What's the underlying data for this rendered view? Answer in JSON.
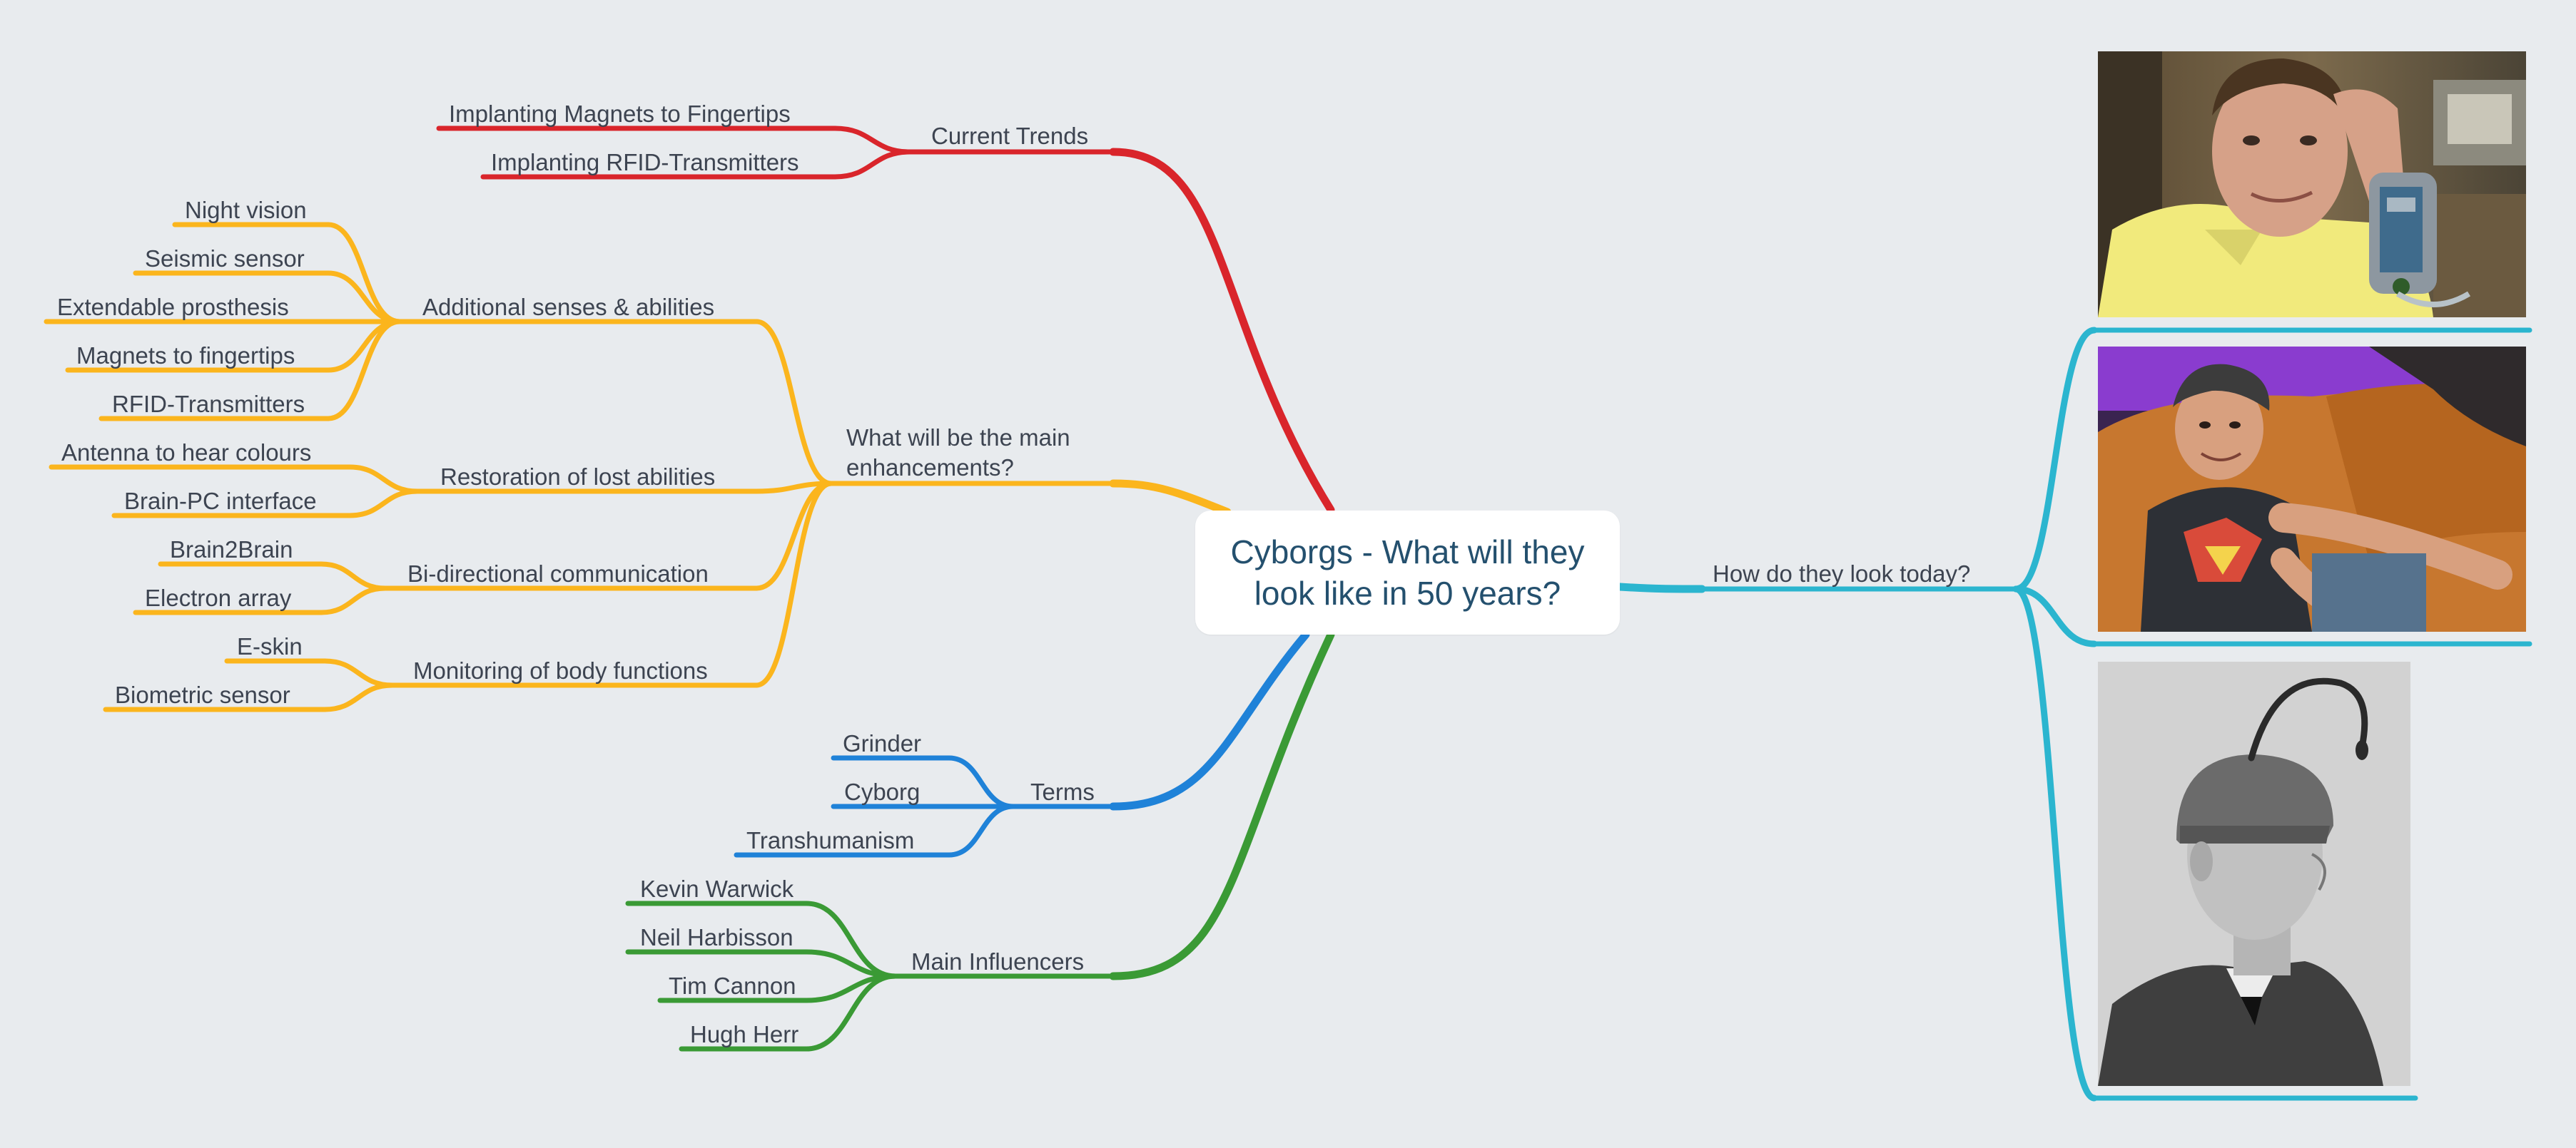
{
  "central": {
    "title": "Cyborgs - What will they look like in 50 years?"
  },
  "colors": {
    "background": "#e8ebee",
    "red": "#d9252b",
    "orange": "#fbb51d",
    "blue": "#1f82d8",
    "green": "#3a9a35",
    "cyan": "#2bb5cf",
    "central_text": "#24506e",
    "label_text": "#3d4451"
  },
  "branches": {
    "current_trends": {
      "label": "Current Trends",
      "items": [
        "Implanting Magnets to Fingertips",
        "Implanting RFID-Transmitters"
      ]
    },
    "enhancements": {
      "label": "What will be the main enhancements?",
      "additional": {
        "label": "Additional senses & abilities",
        "items": [
          "Night vision",
          "Seismic sensor",
          "Extendable prosthesis",
          "Magnets to fingertips",
          "RFID-Transmitters"
        ]
      },
      "restoration": {
        "label": "Restoration of lost abilities",
        "items": [
          "Antenna to hear colours",
          "Brain-PC interface"
        ]
      },
      "bidirectional": {
        "label": "Bi-directional communication",
        "items": [
          "Brain2Brain",
          "Electron array"
        ]
      },
      "monitoring": {
        "label": "Monitoring of body functions",
        "items": [
          "E-skin",
          "Biometric sensor"
        ]
      }
    },
    "terms": {
      "label": "Terms",
      "items": [
        "Grinder",
        "Cyborg",
        "Transhumanism"
      ]
    },
    "influencers": {
      "label": "Main Influencers",
      "items": [
        "Kevin Warwick",
        "Neil Harbisson",
        "Tim Cannon",
        "Hugh Herr"
      ]
    },
    "look_today": {
      "label": "How do they look today?",
      "images": [
        "man-with-arm-implant-photo",
        "man-on-sofa-photo",
        "man-with-head-antenna-photo"
      ]
    }
  }
}
